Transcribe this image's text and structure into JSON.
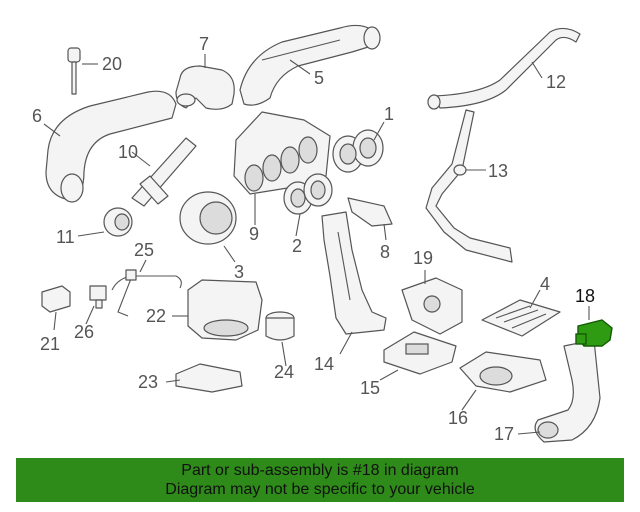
{
  "parts": [
    {
      "num": "1",
      "name": "part-1"
    },
    {
      "num": "2",
      "name": "part-2"
    },
    {
      "num": "3",
      "name": "part-3"
    },
    {
      "num": "4",
      "name": "part-4"
    },
    {
      "num": "5",
      "name": "part-5"
    },
    {
      "num": "6",
      "name": "part-6"
    },
    {
      "num": "7",
      "name": "part-7"
    },
    {
      "num": "8",
      "name": "part-8"
    },
    {
      "num": "9",
      "name": "part-9"
    },
    {
      "num": "10",
      "name": "part-10"
    },
    {
      "num": "11",
      "name": "part-11"
    },
    {
      "num": "12",
      "name": "part-12"
    },
    {
      "num": "13",
      "name": "part-13"
    },
    {
      "num": "14",
      "name": "part-14"
    },
    {
      "num": "15",
      "name": "part-15"
    },
    {
      "num": "16",
      "name": "part-16"
    },
    {
      "num": "17",
      "name": "part-17"
    },
    {
      "num": "18",
      "name": "part-18"
    },
    {
      "num": "19",
      "name": "part-19"
    },
    {
      "num": "20",
      "name": "part-20"
    },
    {
      "num": "21",
      "name": "part-21"
    },
    {
      "num": "22",
      "name": "part-22"
    },
    {
      "num": "23",
      "name": "part-23"
    },
    {
      "num": "24",
      "name": "part-24"
    },
    {
      "num": "25",
      "name": "part-25"
    },
    {
      "num": "26",
      "name": "part-26"
    }
  ],
  "highlight": {
    "part": "18",
    "color": "#2f9b12"
  },
  "banner": {
    "line1": "Part or sub-assembly is #18 in diagram",
    "line2": "Diagram may not be specific to your vehicle",
    "color": "#2e8b1a"
  }
}
